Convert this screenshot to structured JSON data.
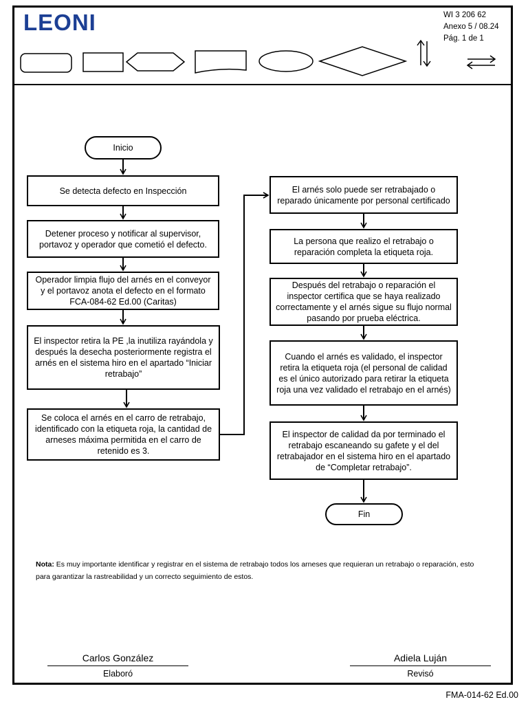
{
  "header": {
    "logo": "LEONI",
    "doc_id": "WI 3 206 62",
    "annex": "Anexo 5 / 08.24",
    "page": "Pág. 1 de 1"
  },
  "legend_symbols": [
    "terminator",
    "process",
    "preparation",
    "document",
    "connector",
    "decision",
    "vertical-flow-arrows",
    "horizontal-flow-arrows"
  ],
  "flow": {
    "start": "Inicio",
    "steps_left": [
      "Se detecta defecto en Inspección",
      "Detener proceso y notificar al supervisor, portavoz y operador que cometió el defecto.",
      "Operador limpia flujo del arnés  en el conveyor y el portavoz anota el defecto en el formato FCA-084-62 Ed.00 (Caritas)",
      "El inspector retira la PE ,la inutiliza rayándola y después la desecha posteriormente registra el arnés  en el sistema hiro en el apartado “Iniciar retrabajo”",
      "Se coloca el arnés en el carro de retrabajo, identificado con la etiqueta roja, la cantidad de arneses  máxima permitida en el carro de retenido es 3."
    ],
    "steps_right": [
      "El arnés solo puede ser retrabajado o reparado únicamente por personal certificado",
      "La persona que realizo el retrabajo o reparación completa la etiqueta roja.",
      "Después del retrabajo  o reparación el inspector certifica que se haya realizado correctamente y el arnés sigue su flujo normal pasando por prueba eléctrica.",
      "Cuando el arnés es validado, el inspector retira la etiqueta roja  (el personal de calidad es el único autorizado para retirar la etiqueta roja una  vez validado el retrabajo en el arnés)",
      "El inspector de calidad da por terminado el retrabajo escaneando su gafete y el del retrabajador en el sistema hiro en el apartado de “Completar retrabajo”."
    ],
    "end": "Fin"
  },
  "note": {
    "label": "Nota:",
    "text": " Es muy importante identificar y registrar en el sistema de retrabajo todos los arneses que requieran un retrabajo o reparación, esto para garantizar la rastreabilidad y un correcto seguimiento de estos."
  },
  "signatures": {
    "left_name": "Carlos González",
    "left_role": "Elaboró",
    "right_name": "Adiela Luján",
    "right_role": "Revisó"
  },
  "footer": {
    "form_code": "FMA-014-62 Ed.00"
  }
}
